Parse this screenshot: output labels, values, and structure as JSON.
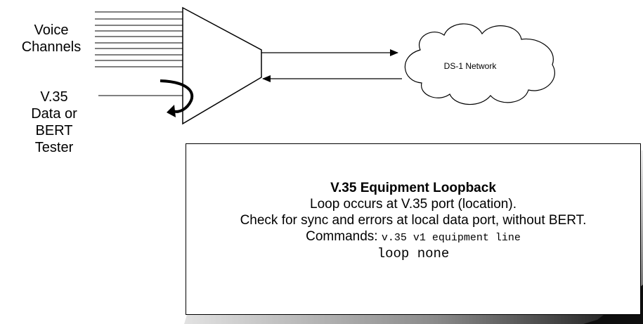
{
  "labels": {
    "voice": [
      "Voice",
      "Channels"
    ],
    "v35": [
      "V.35",
      "Data or",
      "BERT",
      "Tester"
    ],
    "network": "DS-1 Network"
  },
  "box": {
    "title": "V.35 Equipment Loopback",
    "line1": "Loop occurs at V.35 port (location).",
    "line2": "Check for sync and errors at local data port, without BERT.",
    "commands_label": "Commands:",
    "command1": "v.35 v1 equipment line",
    "command2": "loop none"
  },
  "colors": {
    "stroke": "#000000",
    "shadow_light": "#d8d8d8",
    "shadow_dark": "#1a1a1a"
  }
}
